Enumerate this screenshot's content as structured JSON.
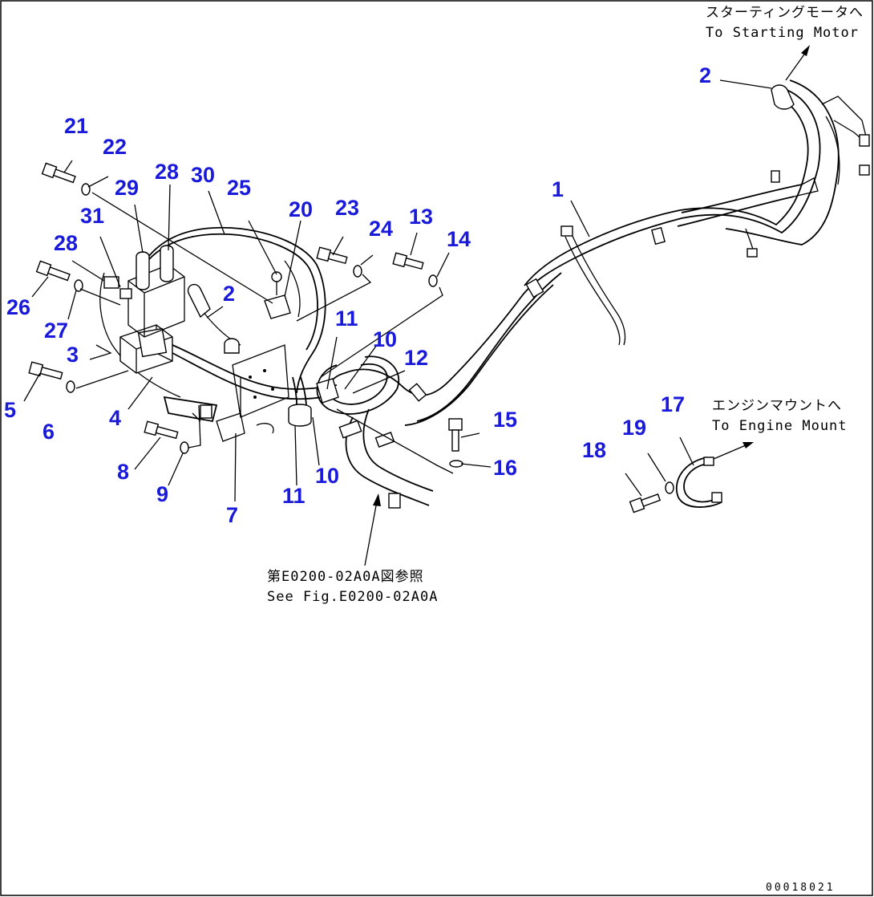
{
  "callouts": [
    {
      "id": "n1",
      "text": "1"
    },
    {
      "id": "n2a",
      "text": "2"
    },
    {
      "id": "n2b",
      "text": "2"
    },
    {
      "id": "n3",
      "text": "3"
    },
    {
      "id": "n4",
      "text": "4"
    },
    {
      "id": "n5",
      "text": "5"
    },
    {
      "id": "n6",
      "text": "6"
    },
    {
      "id": "n7",
      "text": "7"
    },
    {
      "id": "n8",
      "text": "8"
    },
    {
      "id": "n9",
      "text": "9"
    },
    {
      "id": "n10a",
      "text": "10"
    },
    {
      "id": "n10b",
      "text": "10"
    },
    {
      "id": "n11a",
      "text": "11"
    },
    {
      "id": "n11b",
      "text": "11"
    },
    {
      "id": "n12",
      "text": "12"
    },
    {
      "id": "n13",
      "text": "13"
    },
    {
      "id": "n14",
      "text": "14"
    },
    {
      "id": "n15",
      "text": "15"
    },
    {
      "id": "n16",
      "text": "16"
    },
    {
      "id": "n17",
      "text": "17"
    },
    {
      "id": "n18",
      "text": "18"
    },
    {
      "id": "n19",
      "text": "19"
    },
    {
      "id": "n20",
      "text": "20"
    },
    {
      "id": "n21",
      "text": "21"
    },
    {
      "id": "n22",
      "text": "22"
    },
    {
      "id": "n23",
      "text": "23"
    },
    {
      "id": "n24",
      "text": "24"
    },
    {
      "id": "n25",
      "text": "25"
    },
    {
      "id": "n26",
      "text": "26"
    },
    {
      "id": "n27",
      "text": "27"
    },
    {
      "id": "n28a",
      "text": "28"
    },
    {
      "id": "n28b",
      "text": "28"
    },
    {
      "id": "n29",
      "text": "29"
    },
    {
      "id": "n30",
      "text": "30"
    },
    {
      "id": "n31",
      "text": "31"
    }
  ],
  "notes": {
    "starting_jp": "スターティングモータへ",
    "starting_en": "To Starting Motor",
    "engine_jp": "エンジンマウントへ",
    "engine_en": "To Engine Mount",
    "fig_jp": "第E0200-02A0A図参照",
    "fig_en": "See Fig.E0200-02A0A"
  },
  "drawing_code": "00018021",
  "colors": {
    "callout": "#1a1adb",
    "line": "#000000",
    "background": "#ffffff"
  }
}
